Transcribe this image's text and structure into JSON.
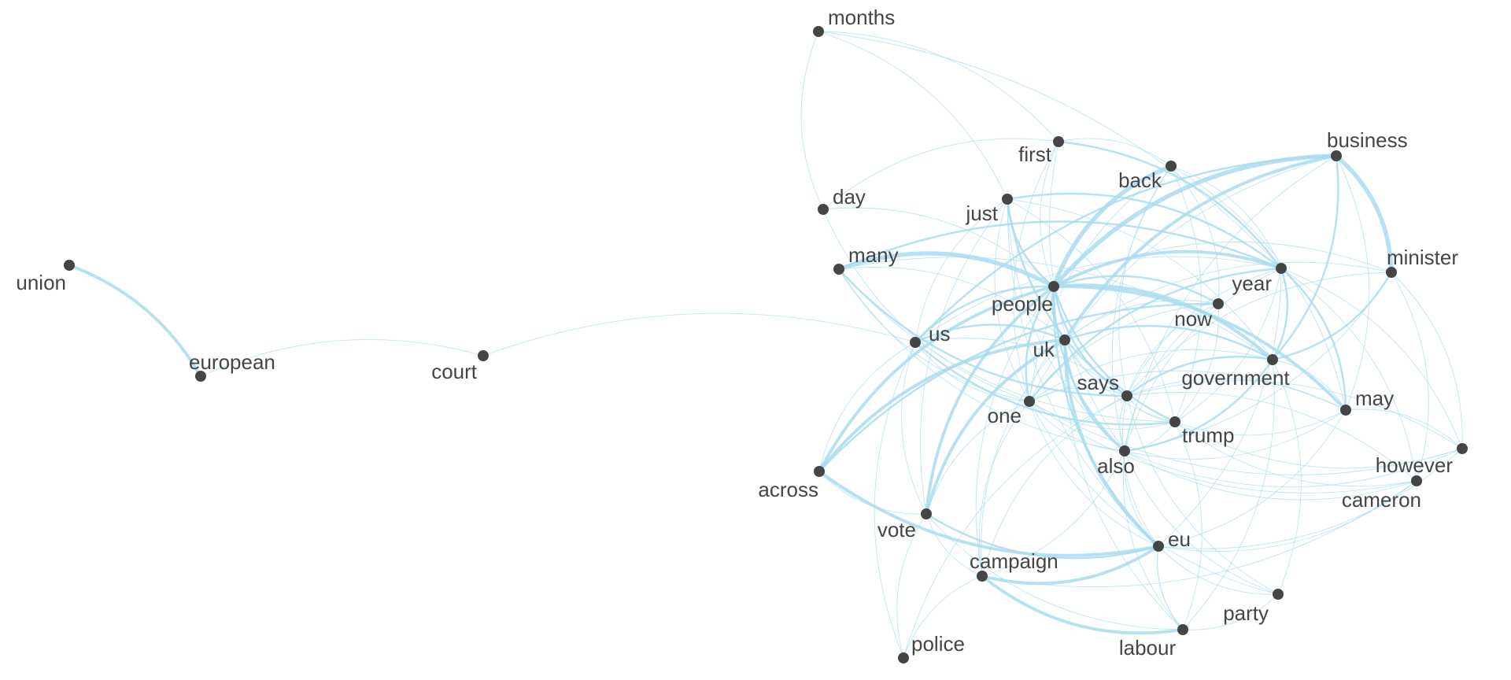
{
  "graph": {
    "type": "word-cooccurrence-network",
    "colors": {
      "edge": "#a8dcf0",
      "node": "#454545",
      "label": "#454545",
      "background": "#ffffff"
    },
    "nodes": [
      {
        "id": "months",
        "label": "months"
      },
      {
        "id": "first",
        "label": "first"
      },
      {
        "id": "back",
        "label": "back"
      },
      {
        "id": "business",
        "label": "business"
      },
      {
        "id": "day",
        "label": "day"
      },
      {
        "id": "just",
        "label": "just"
      },
      {
        "id": "many",
        "label": "many"
      },
      {
        "id": "minister",
        "label": "minister"
      },
      {
        "id": "year",
        "label": "year"
      },
      {
        "id": "people",
        "label": "people"
      },
      {
        "id": "now",
        "label": "now"
      },
      {
        "id": "us",
        "label": "us"
      },
      {
        "id": "uk",
        "label": "uk"
      },
      {
        "id": "government",
        "label": "government"
      },
      {
        "id": "says",
        "label": "says"
      },
      {
        "id": "may",
        "label": "may"
      },
      {
        "id": "one",
        "label": "one"
      },
      {
        "id": "trump",
        "label": "trump"
      },
      {
        "id": "also",
        "label": "also"
      },
      {
        "id": "however",
        "label": "however"
      },
      {
        "id": "across",
        "label": "across"
      },
      {
        "id": "cameron",
        "label": "cameron"
      },
      {
        "id": "vote",
        "label": "vote"
      },
      {
        "id": "eu",
        "label": "eu"
      },
      {
        "id": "campaign",
        "label": "campaign"
      },
      {
        "id": "party",
        "label": "party"
      },
      {
        "id": "labour",
        "label": "labour"
      },
      {
        "id": "police",
        "label": "police"
      },
      {
        "id": "union",
        "label": "union"
      },
      {
        "id": "european",
        "label": "european"
      },
      {
        "id": "court",
        "label": "court"
      }
    ],
    "edges": [
      {
        "source": "union",
        "target": "european",
        "weight": 3
      },
      {
        "source": "european",
        "target": "court",
        "weight": 1
      },
      {
        "source": "court",
        "target": "us",
        "weight": 1
      },
      {
        "source": "months",
        "target": "first",
        "weight": 1
      },
      {
        "source": "months",
        "target": "day",
        "weight": 1
      },
      {
        "source": "months",
        "target": "just",
        "weight": 1
      },
      {
        "source": "months",
        "target": "year",
        "weight": 1
      },
      {
        "source": "first",
        "target": "day",
        "weight": 1
      },
      {
        "source": "first",
        "target": "back",
        "weight": 1
      },
      {
        "source": "first",
        "target": "people",
        "weight": 1
      },
      {
        "source": "first",
        "target": "one",
        "weight": 1
      },
      {
        "source": "first",
        "target": "year",
        "weight": 2
      },
      {
        "source": "first",
        "target": "also",
        "weight": 1
      },
      {
        "source": "back",
        "target": "people",
        "weight": 4
      },
      {
        "source": "back",
        "target": "year",
        "weight": 1
      },
      {
        "source": "back",
        "target": "now",
        "weight": 1
      },
      {
        "source": "back",
        "target": "says",
        "weight": 1
      },
      {
        "source": "back",
        "target": "trump",
        "weight": 1
      },
      {
        "source": "back",
        "target": "also",
        "weight": 1
      },
      {
        "source": "back",
        "target": "may",
        "weight": 1
      },
      {
        "source": "back",
        "target": "one",
        "weight": 1
      },
      {
        "source": "business",
        "target": "minister",
        "weight": 4
      },
      {
        "source": "business",
        "target": "people",
        "weight": 4
      },
      {
        "source": "business",
        "target": "uk",
        "weight": 3
      },
      {
        "source": "business",
        "target": "us",
        "weight": 2
      },
      {
        "source": "business",
        "target": "government",
        "weight": 2
      },
      {
        "source": "business",
        "target": "also",
        "weight": 1
      },
      {
        "source": "business",
        "target": "may",
        "weight": 1
      },
      {
        "source": "business",
        "target": "one",
        "weight": 1
      },
      {
        "source": "day",
        "target": "people",
        "weight": 1
      },
      {
        "source": "day",
        "target": "one",
        "weight": 1
      },
      {
        "source": "just",
        "target": "people",
        "weight": 2
      },
      {
        "source": "just",
        "target": "year",
        "weight": 2
      },
      {
        "source": "just",
        "target": "one",
        "weight": 1
      },
      {
        "source": "just",
        "target": "says",
        "weight": 2
      },
      {
        "source": "just",
        "target": "also",
        "weight": 1
      },
      {
        "source": "just",
        "target": "trump",
        "weight": 1
      },
      {
        "source": "just",
        "target": "government",
        "weight": 1
      },
      {
        "source": "just",
        "target": "us",
        "weight": 1
      },
      {
        "source": "just",
        "target": "vote",
        "weight": 1
      },
      {
        "source": "just",
        "target": "eu",
        "weight": 1
      },
      {
        "source": "many",
        "target": "people",
        "weight": 4
      },
      {
        "source": "many",
        "target": "year",
        "weight": 2
      },
      {
        "source": "many",
        "target": "uk",
        "weight": 1
      },
      {
        "source": "many",
        "target": "one",
        "weight": 1
      },
      {
        "source": "many",
        "target": "says",
        "weight": 2
      },
      {
        "source": "many",
        "target": "also",
        "weight": 1
      },
      {
        "source": "many",
        "target": "trump",
        "weight": 1
      },
      {
        "source": "many",
        "target": "government",
        "weight": 1
      },
      {
        "source": "minister",
        "target": "government",
        "weight": 2
      },
      {
        "source": "minister",
        "target": "people",
        "weight": 1
      },
      {
        "source": "minister",
        "target": "uk",
        "weight": 1
      },
      {
        "source": "minister",
        "target": "also",
        "weight": 1
      },
      {
        "source": "minister",
        "target": "cameron",
        "weight": 1
      },
      {
        "source": "minister",
        "target": "says",
        "weight": 1
      },
      {
        "source": "year",
        "target": "people",
        "weight": 3
      },
      {
        "source": "year",
        "target": "government",
        "weight": 2
      },
      {
        "source": "year",
        "target": "may",
        "weight": 2
      },
      {
        "source": "year",
        "target": "also",
        "weight": 1
      },
      {
        "source": "year",
        "target": "one",
        "weight": 2
      },
      {
        "source": "year",
        "target": "says",
        "weight": 1
      },
      {
        "source": "year",
        "target": "trump",
        "weight": 1
      },
      {
        "source": "year",
        "target": "us",
        "weight": 1
      },
      {
        "source": "year",
        "target": "however",
        "weight": 1
      },
      {
        "source": "year",
        "target": "cameron",
        "weight": 1
      },
      {
        "source": "year",
        "target": "eu",
        "weight": 1
      },
      {
        "source": "people",
        "target": "us",
        "weight": 2
      },
      {
        "source": "people",
        "target": "uk",
        "weight": 2
      },
      {
        "source": "people",
        "target": "government",
        "weight": 3
      },
      {
        "source": "people",
        "target": "says",
        "weight": 2
      },
      {
        "source": "people",
        "target": "one",
        "weight": 2
      },
      {
        "source": "people",
        "target": "trump",
        "weight": 2
      },
      {
        "source": "people",
        "target": "also",
        "weight": 2
      },
      {
        "source": "people",
        "target": "may",
        "weight": 3
      },
      {
        "source": "people",
        "target": "now",
        "weight": 2
      },
      {
        "source": "people",
        "target": "vote",
        "weight": 3
      },
      {
        "source": "people",
        "target": "eu",
        "weight": 2
      },
      {
        "source": "people",
        "target": "across",
        "weight": 3
      },
      {
        "source": "people",
        "target": "campaign",
        "weight": 1
      },
      {
        "source": "now",
        "target": "uk",
        "weight": 1
      },
      {
        "source": "now",
        "target": "says",
        "weight": 1
      },
      {
        "source": "now",
        "target": "one",
        "weight": 1
      },
      {
        "source": "now",
        "target": "also",
        "weight": 1
      },
      {
        "source": "now",
        "target": "trump",
        "weight": 1
      },
      {
        "source": "now",
        "target": "across",
        "weight": 2
      },
      {
        "source": "us",
        "target": "uk",
        "weight": 2
      },
      {
        "source": "us",
        "target": "trump",
        "weight": 2
      },
      {
        "source": "us",
        "target": "one",
        "weight": 1
      },
      {
        "source": "us",
        "target": "says",
        "weight": 1
      },
      {
        "source": "us",
        "target": "vote",
        "weight": 1
      },
      {
        "source": "us",
        "target": "across",
        "weight": 1
      },
      {
        "source": "us",
        "target": "police",
        "weight": 1
      },
      {
        "source": "uk",
        "target": "eu",
        "weight": 3
      },
      {
        "source": "uk",
        "target": "government",
        "weight": 2
      },
      {
        "source": "uk",
        "target": "says",
        "weight": 1
      },
      {
        "source": "uk",
        "target": "one",
        "weight": 1
      },
      {
        "source": "uk",
        "target": "also",
        "weight": 2
      },
      {
        "source": "uk",
        "target": "vote",
        "weight": 3
      },
      {
        "source": "uk",
        "target": "across",
        "weight": 3
      },
      {
        "source": "uk",
        "target": "trump",
        "weight": 1
      },
      {
        "source": "uk",
        "target": "campaign",
        "weight": 1
      },
      {
        "source": "uk",
        "target": "labour",
        "weight": 1
      },
      {
        "source": "government",
        "target": "says",
        "weight": 2
      },
      {
        "source": "government",
        "target": "one",
        "weight": 1
      },
      {
        "source": "government",
        "target": "also",
        "weight": 2
      },
      {
        "source": "government",
        "target": "may",
        "weight": 1
      },
      {
        "source": "government",
        "target": "labour",
        "weight": 1
      },
      {
        "source": "government",
        "target": "party",
        "weight": 1
      },
      {
        "source": "says",
        "target": "one",
        "weight": 1
      },
      {
        "source": "says",
        "target": "trump",
        "weight": 1
      },
      {
        "source": "says",
        "target": "also",
        "weight": 1
      },
      {
        "source": "says",
        "target": "may",
        "weight": 1
      },
      {
        "source": "says",
        "target": "however",
        "weight": 1
      },
      {
        "source": "says",
        "target": "cameron",
        "weight": 1
      },
      {
        "source": "says",
        "target": "eu",
        "weight": 1
      },
      {
        "source": "says",
        "target": "campaign",
        "weight": 1
      },
      {
        "source": "says",
        "target": "party",
        "weight": 1
      },
      {
        "source": "says",
        "target": "police",
        "weight": 1
      },
      {
        "source": "may",
        "target": "one",
        "weight": 1
      },
      {
        "source": "may",
        "target": "trump",
        "weight": 1
      },
      {
        "source": "may",
        "target": "also",
        "weight": 1
      },
      {
        "source": "may",
        "target": "however",
        "weight": 1
      },
      {
        "source": "may",
        "target": "eu",
        "weight": 1
      },
      {
        "source": "one",
        "target": "trump",
        "weight": 1
      },
      {
        "source": "one",
        "target": "also",
        "weight": 1
      },
      {
        "source": "one",
        "target": "however",
        "weight": 1
      },
      {
        "source": "one",
        "target": "cameron",
        "weight": 1
      },
      {
        "source": "one",
        "target": "vote",
        "weight": 1
      },
      {
        "source": "one",
        "target": "eu",
        "weight": 1
      },
      {
        "source": "one",
        "target": "campaign",
        "weight": 1
      },
      {
        "source": "one",
        "target": "party",
        "weight": 1
      },
      {
        "source": "trump",
        "target": "also",
        "weight": 1
      },
      {
        "source": "trump",
        "target": "however",
        "weight": 1
      },
      {
        "source": "trump",
        "target": "cameron",
        "weight": 1
      },
      {
        "source": "trump",
        "target": "labour",
        "weight": 1
      },
      {
        "source": "also",
        "target": "eu",
        "weight": 1
      },
      {
        "source": "also",
        "target": "campaign",
        "weight": 1
      },
      {
        "source": "also",
        "target": "party",
        "weight": 1
      },
      {
        "source": "also",
        "target": "labour",
        "weight": 1
      },
      {
        "source": "also",
        "target": "however",
        "weight": 1
      },
      {
        "source": "also",
        "target": "cameron",
        "weight": 1
      },
      {
        "source": "however",
        "target": "minister",
        "weight": 1
      },
      {
        "source": "however",
        "target": "eu",
        "weight": 1
      },
      {
        "source": "cameron",
        "target": "eu",
        "weight": 1
      },
      {
        "source": "cameron",
        "target": "campaign",
        "weight": 1
      },
      {
        "source": "across",
        "target": "eu",
        "weight": 3
      },
      {
        "source": "across",
        "target": "vote",
        "weight": 1
      },
      {
        "source": "vote",
        "target": "eu",
        "weight": 2
      },
      {
        "source": "vote",
        "target": "campaign",
        "weight": 1
      },
      {
        "source": "vote",
        "target": "labour",
        "weight": 1
      },
      {
        "source": "vote",
        "target": "police",
        "weight": 1
      },
      {
        "source": "eu",
        "target": "campaign",
        "weight": 3
      },
      {
        "source": "eu",
        "target": "party",
        "weight": 1
      },
      {
        "source": "eu",
        "target": "labour",
        "weight": 1
      },
      {
        "source": "campaign",
        "target": "labour",
        "weight": 3
      },
      {
        "source": "campaign",
        "target": "police",
        "weight": 1
      },
      {
        "source": "labour",
        "target": "party",
        "weight": 1
      },
      {
        "source": "labour",
        "target": "eu",
        "weight": 1
      }
    ]
  }
}
